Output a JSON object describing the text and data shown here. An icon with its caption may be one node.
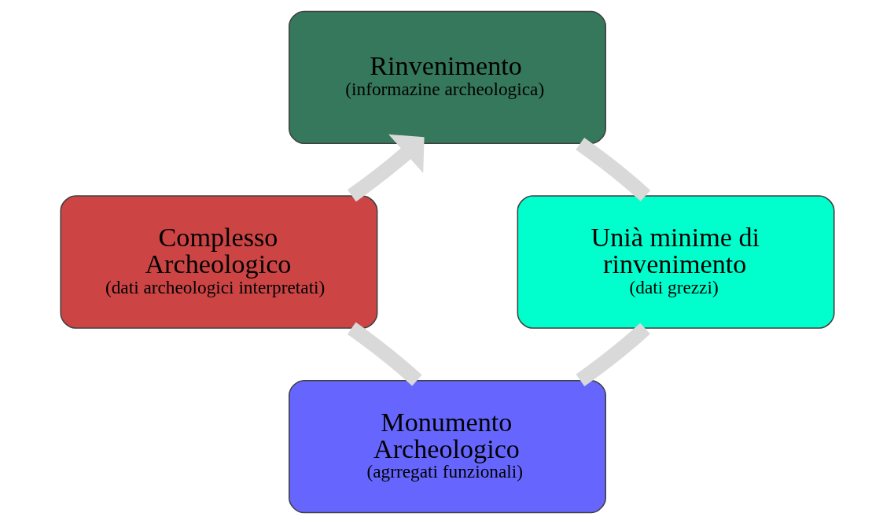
{
  "diagram": {
    "nodes": [
      {
        "text": [
          "Rinvenimento",
          "(informazine archeologica)"
        ]
      },
      {
        "text": [
          "Unià minime di rinvenimento",
          "(dati grezzi)"
        ]
      },
      {
        "text": [
          "Monumento Archeologico",
          "(agrregati funzionali)"
        ]
      },
      {
        "text": [
          "Complesso Archeologico",
          "(dati archeologici interpretati)"
        ]
      }
    ],
    "edges": [
      {
        "from": 0,
        "to": 1,
        "arrow": "none"
      },
      {
        "from": 1,
        "to": 2,
        "arrow": "none"
      },
      {
        "from": 2,
        "to": 3,
        "arrow": "none"
      },
      {
        "from": 3,
        "to": 0,
        "arrow": "to"
      }
    ]
  }
}
